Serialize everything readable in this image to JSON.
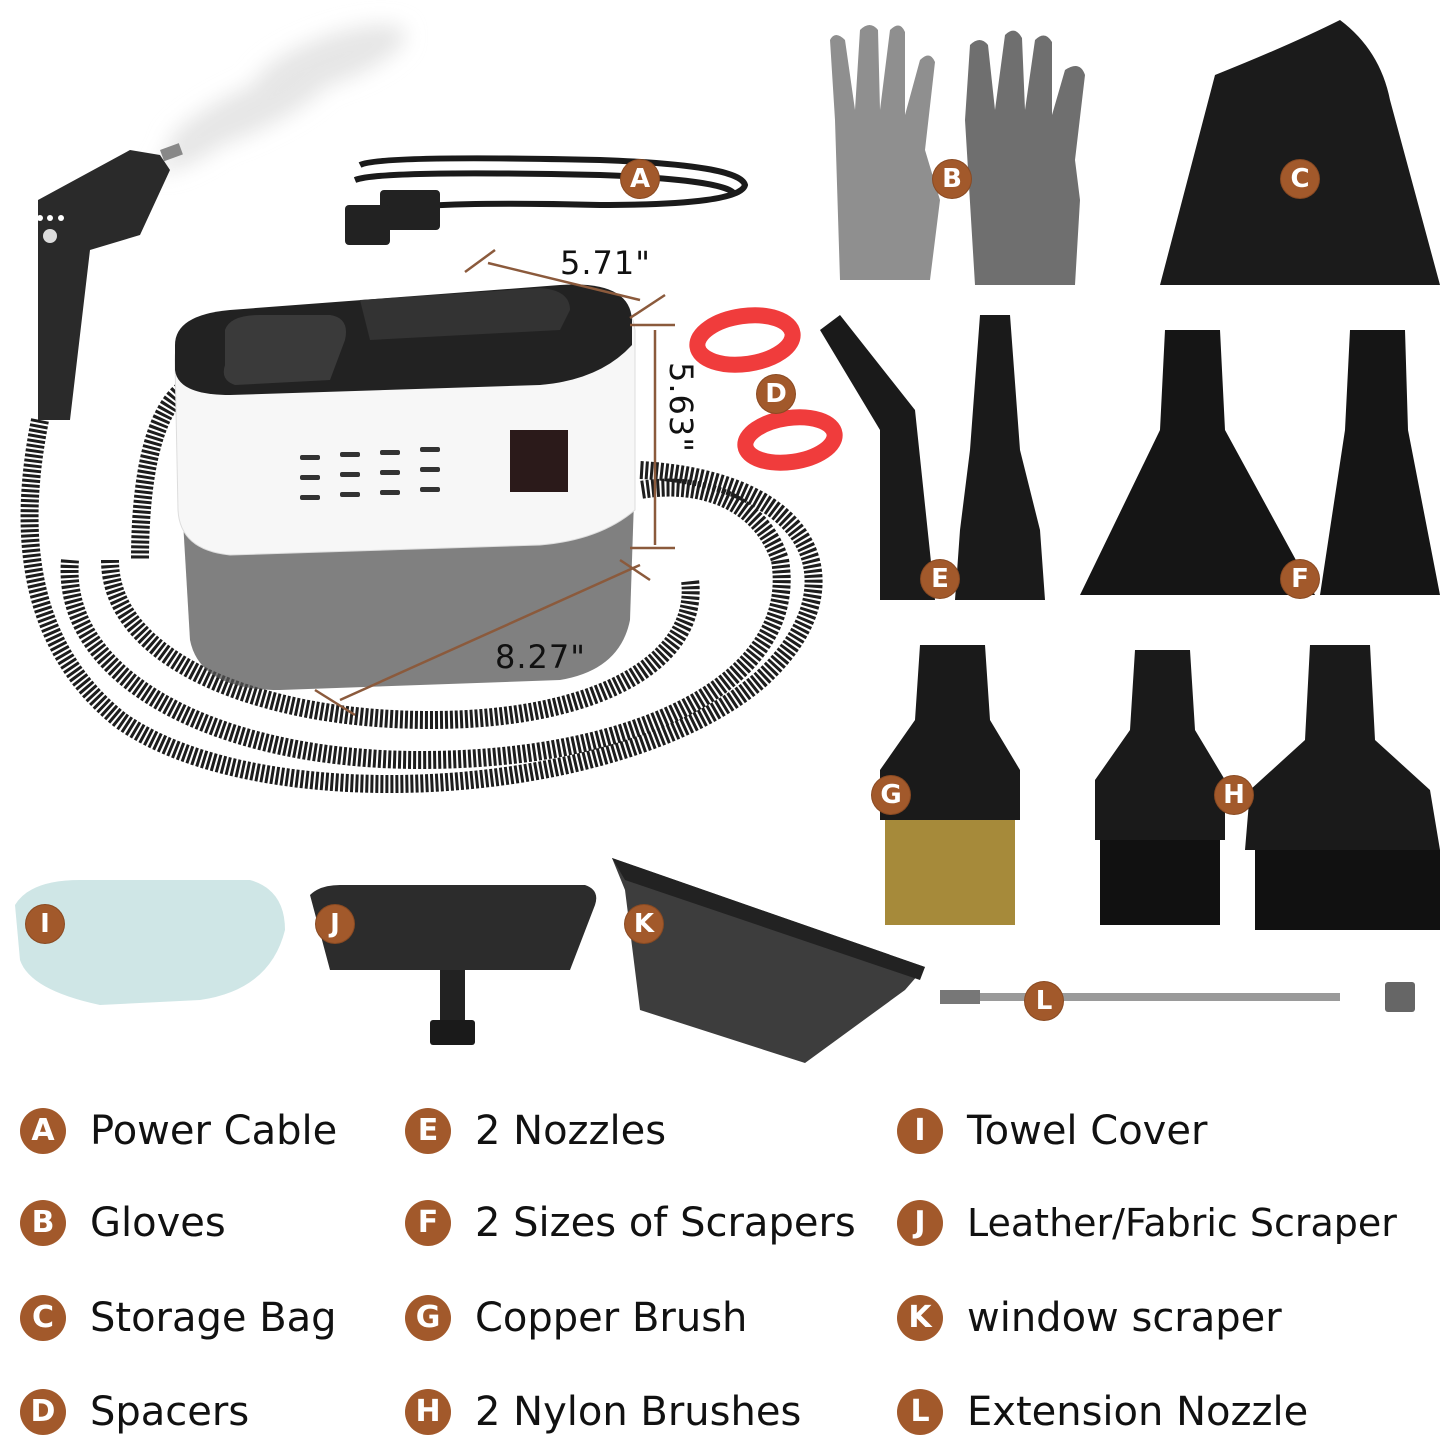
{
  "colors": {
    "badge": "#a2592b",
    "dimension_line": "#8b5a3c",
    "spacer_red": "#f03c3c"
  },
  "dimensions": {
    "width": "5.71\"",
    "height": "5.63\"",
    "length": "8.27\""
  },
  "callouts": {
    "A": "A",
    "B": "B",
    "C": "C",
    "D": "D",
    "E": "E",
    "F": "F",
    "G": "G",
    "H": "H",
    "I": "I",
    "J": "J",
    "K": "K",
    "L": "L"
  },
  "legend": {
    "columns": [
      [
        {
          "letter": "A",
          "label": "Power Cable"
        },
        {
          "letter": "B",
          "label": "Gloves"
        },
        {
          "letter": "C",
          "label": "Storage Bag"
        },
        {
          "letter": "D",
          "label": "Spacers"
        }
      ],
      [
        {
          "letter": "E",
          "label": "2 Nozzles"
        },
        {
          "letter": "F",
          "label": "2 Sizes of Scrapers"
        },
        {
          "letter": "G",
          "label": "Copper Brush"
        },
        {
          "letter": "H",
          "label": "2 Nylon Brushes"
        }
      ],
      [
        {
          "letter": "I",
          "label": "Towel Cover"
        },
        {
          "letter": "J",
          "label": "Leather/Fabric Scraper"
        },
        {
          "letter": "K",
          "label": "window scraper"
        },
        {
          "letter": "L",
          "label": "Extension Nozzle"
        }
      ]
    ]
  }
}
